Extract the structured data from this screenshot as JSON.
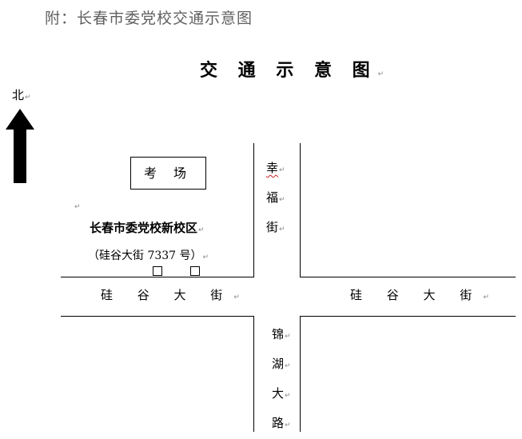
{
  "header_note": "附：长春市委党校交通示意图",
  "title": "交 通 示 意 图",
  "north_label": "北",
  "exam_box_label": "考 场",
  "campus_name": "长春市委党校新校区",
  "campus_address": "（硅谷大街 7337 号）",
  "streets": {
    "west_road": "硅 谷 大 街",
    "east_road": "硅 谷 大 街",
    "north_road_chars": [
      "幸",
      "福",
      "街"
    ],
    "south_road_chars": [
      "锦",
      "湖",
      "大",
      "路"
    ]
  },
  "paragraph_mark": "↵",
  "colors": {
    "road_lines": "#000000",
    "arrow": "#000000",
    "header_text": "#606060",
    "spell_underline": "#d02020"
  }
}
